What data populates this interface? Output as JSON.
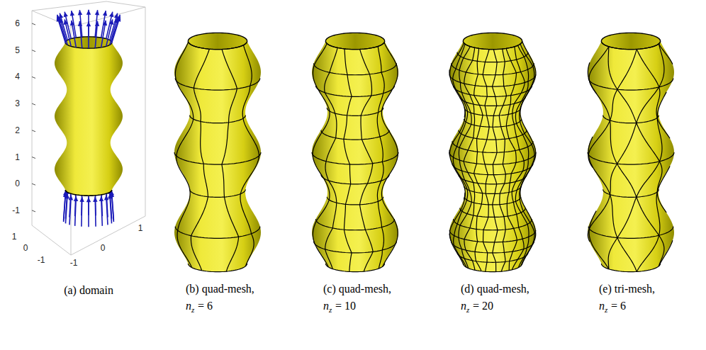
{
  "diagram": {
    "labels": [
      "6",
      "5",
      "4",
      "3",
      "2",
      "1",
      "0",
      "-1",
      "1",
      "0",
      "-1",
      "-1",
      "0",
      "1",
      "(a) domain",
      "(b) quad-mesh,",
      "n",
      "z",
      "= 6",
      "(c) quad-mesh,",
      "n",
      "z",
      "= 10",
      "(d) quad-mesh,",
      "n",
      "z",
      "= 20",
      "(e) tri-mesh,",
      "n",
      "z",
      "= 6"
    ]
  }
}
